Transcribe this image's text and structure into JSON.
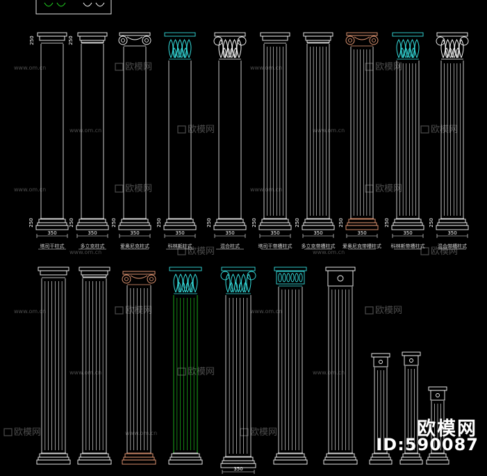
{
  "colors": {
    "background": "#000000",
    "line": "#ffffff",
    "cyan": "#35e0e0",
    "green": "#22dd22",
    "peach": "#f0a07a",
    "watermark": "#8a8a8a"
  },
  "watermarks": {
    "url": "www.om.cn",
    "brand_mark": "欧模网"
  },
  "brand": {
    "name": "欧模网",
    "id_text": "ID:590087"
  },
  "row1": {
    "columns": [
      {
        "label": "塔司干柱式",
        "style": "plain",
        "capital": "tuscan",
        "shaft": "plain"
      },
      {
        "label": "多立克柱式",
        "style": "plain",
        "capital": "doric",
        "shaft": "plain"
      },
      {
        "label": "爱奥尼克柱式",
        "style": "plain",
        "capital": "ionic",
        "shaft": "plain"
      },
      {
        "label": "科林斯柱式",
        "style": "cyan",
        "capital": "corinthian",
        "shaft": "plain"
      },
      {
        "label": "混合柱式",
        "style": "plain",
        "capital": "composite",
        "shaft": "plain"
      },
      {
        "label": "塔司干带槽柱式",
        "style": "plain",
        "capital": "tuscan",
        "shaft": "fluted"
      },
      {
        "label": "多立克带槽柱式",
        "style": "plain",
        "capital": "doric",
        "shaft": "fluted"
      },
      {
        "label": "爱奥尼克带槽柱式",
        "style": "peach",
        "capital": "ionic",
        "shaft": "fluted"
      },
      {
        "label": "科林斯带槽柱式",
        "style": "cyan",
        "capital": "corinthian",
        "shaft": "fluted"
      },
      {
        "label": "混合带槽柱式",
        "style": "plain",
        "capital": "composite",
        "shaft": "fluted"
      }
    ],
    "width_dim": "350",
    "capital_dim": "250",
    "base_dim": "250"
  },
  "row2": {
    "columns": [
      {
        "style": "plain",
        "capital": "tuscan",
        "shaft": "fluted"
      },
      {
        "style": "plain",
        "capital": "doric",
        "shaft": "fluted"
      },
      {
        "style": "peach",
        "capital": "ionic",
        "shaft": "fluted"
      },
      {
        "style": "cyan-green",
        "capital": "corinthian",
        "shaft": "fluted"
      },
      {
        "style": "cyan",
        "capital": "composite",
        "shaft": "fluted"
      },
      {
        "style": "cyan",
        "capital": "band",
        "shaft": "fluted"
      },
      {
        "style": "plain",
        "capital": "square",
        "shaft": "fluted"
      },
      {
        "style": "plain",
        "capital": "square-small",
        "shaft": "fluted"
      },
      {
        "style": "plain",
        "capital": "square-small",
        "shaft": "fluted"
      },
      {
        "style": "plain",
        "capital": "square-small",
        "shaft": "fluted"
      }
    ],
    "bottom_dim": "350"
  }
}
